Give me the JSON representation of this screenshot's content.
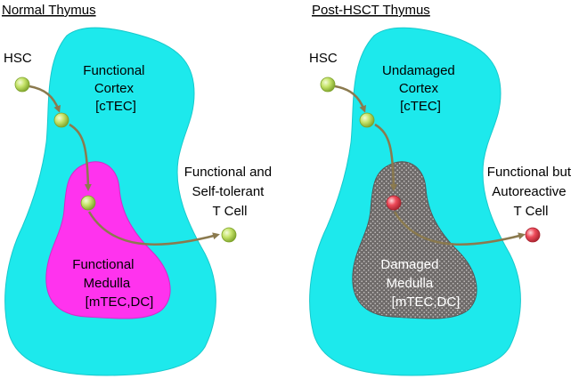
{
  "colors": {
    "thymus": "#1de9ec",
    "thymus_stroke": "#18c9cc",
    "medulla_normal": "#ff33ee",
    "medulla_damaged": "#6e6a69",
    "arrow": "#8b7a4e",
    "cell_healthy": "#c6e46a",
    "cell_autoreactive": "#ee4b5a"
  },
  "left_panel": {
    "title": "Normal Thymus",
    "hsc_label": "HSC",
    "cortex_label": [
      "Functional",
      "Cortex",
      "[cTEC]"
    ],
    "medulla_label": [
      "Functional",
      "Medulla",
      "[mTEC,DC]"
    ],
    "tcell_label": [
      "Functional and",
      "Self-tolerant",
      "T Cell"
    ]
  },
  "right_panel": {
    "title": "Post-HSCT Thymus",
    "hsc_label": "HSC",
    "cortex_label": [
      "Undamaged",
      "Cortex",
      "[cTEC]"
    ],
    "medulla_label": [
      "Damaged",
      "Medulla",
      "[mTEC,DC]"
    ],
    "tcell_label": [
      "Functional but",
      "Autoreactive",
      "T Cell"
    ]
  }
}
